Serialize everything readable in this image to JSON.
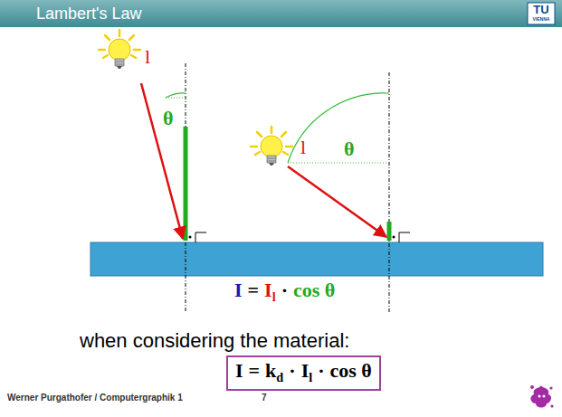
{
  "diagram": {
    "title": "Lambert's Law",
    "nodes": [
      {
        "text": [
          "I",
          "=",
          "k",
          "d",
          "·",
          "I",
          "l",
          "·",
          "cos θ"
        ]
      }
    ],
    "labels": [
      "TU",
      "VIENNA",
      "l",
      "θ",
      "l",
      "θ",
      "I",
      "=",
      "I",
      "l",
      "·",
      "cos θ",
      "when considering the material:",
      "Werner Purgathofer / Computergraphik 1",
      "7"
    ]
  }
}
